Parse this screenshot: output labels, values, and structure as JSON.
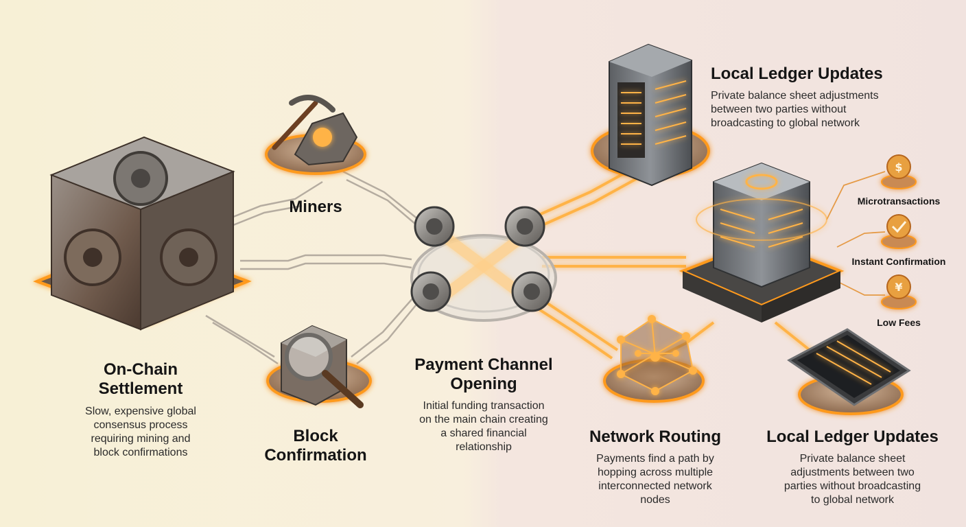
{
  "onchain": {
    "title": "On-Chain Settlement",
    "title_line1": "On-Chain",
    "title_line2": "Settlement",
    "desc_lines": [
      "Slow, expensive global",
      "consensus process",
      "requiring mining and",
      "block confirmations"
    ]
  },
  "miners": {
    "title": "Miners"
  },
  "block": {
    "title_line1": "Block",
    "title_line2": "Confirmation"
  },
  "channel": {
    "title_line1": "Payment Channel",
    "title_line2": "Opening",
    "desc_lines": [
      "Initial funding transaction",
      "on the main chain creating",
      "a shared financial",
      "relationship"
    ]
  },
  "ledger_top": {
    "title": "Local Ledger Updates",
    "desc_lines": [
      "Private balance sheet adjustments",
      "between two parties without",
      "broadcasting to global network"
    ]
  },
  "routing": {
    "title": "Network Routing",
    "desc_lines": [
      "Payments find a path by",
      "hopping across multiple",
      "interconnected network",
      "nodes"
    ]
  },
  "ledger_bottom": {
    "title": "Local Ledger Updates",
    "desc_lines": [
      "Private balance sheet",
      "adjustments between two",
      "parties without broadcasting",
      "to global network"
    ]
  },
  "benefits": {
    "micro": "Microtransactions",
    "instant": "Instant Confirmation",
    "fees": "Low Fees"
  },
  "colors": {
    "glow": "#ff9a1f",
    "line_gray": "#b5aca0",
    "metal": "#8d8a86",
    "rust": "#7a4a2a"
  }
}
